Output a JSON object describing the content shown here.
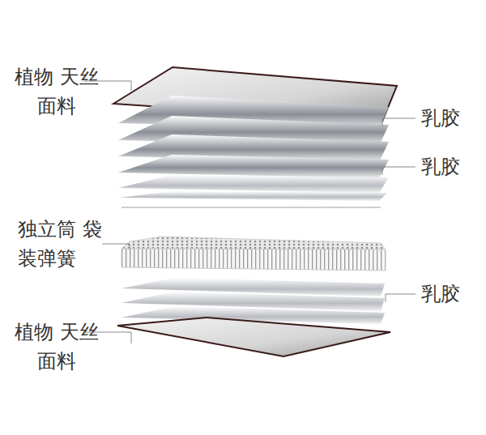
{
  "diagram": {
    "labels": [
      "植物 天丝面料",
      "乳胶",
      "乳胶",
      "独立筒 袋装弹簧",
      "乳胶",
      "植物 天丝面料"
    ]
  }
}
